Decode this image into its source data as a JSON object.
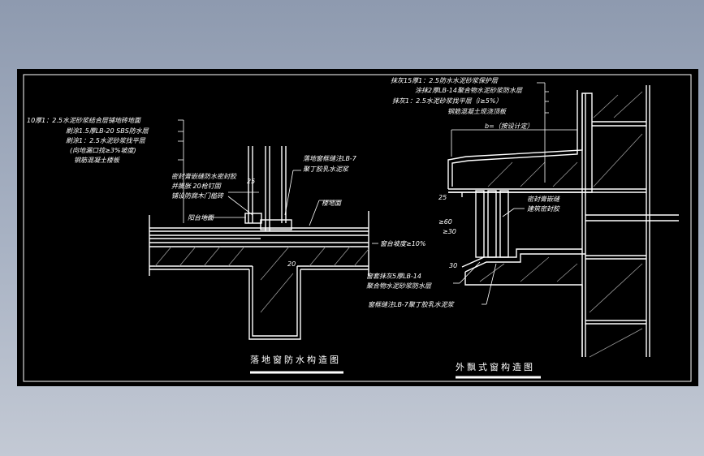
{
  "colors": {
    "background": "#8e9aaf",
    "sheet": "#000000",
    "line": "#ffffff",
    "hatch": "#9a9a9a"
  },
  "left_detail": {
    "title": "落地窗防水构造图",
    "notes": [
      "10厚1：2.5水泥砂浆结合层铺地砖地面",
      "刷涂1.5厚LB-20 SBS防水层",
      "刷涂1：2.5水泥砂浆找平层",
      "(向地漏口找≥3%坡度)",
      "钢筋混凝土楼板"
    ],
    "labels": {
      "sill_fill": "落地窗框缝注LB-7",
      "sill_fill_2": "聚丁胶乳水泥浆",
      "sealant": "密封膏嵌缝防水密封胶",
      "screw": "并膨胀 20枪钉固",
      "wood": "铺设防腐木门槛砖",
      "balcony": "阳台地面",
      "floor": "楼地面",
      "slope": "窗台坡度≥10%",
      "dim_25": "25",
      "dim_20": "20"
    }
  },
  "right_detail": {
    "title": "外飘式窗构造图",
    "notes": [
      "抹灰15厚1：2.5防水水泥砂浆保护层",
      "涂抹2厚LB-14聚合物水泥砂浆防水层",
      "抹灰1：2.5水泥砂浆找平层（i≥5%）",
      "钢筋混凝土现浇顶板"
    ],
    "labels": {
      "b_note": "b=（按设计定）",
      "sealant": "密封膏嵌缝",
      "sealant_2": "建筑密封胶",
      "bottom_1": "窗套抹灰5厚LB-14",
      "bottom_2": "聚合物水泥砂浆防水层",
      "bottom_3": "窗框缝注LB-7聚丁胶乳水泥浆",
      "dim_25": "25",
      "dim_60": "≥60",
      "dim_30": "≥30",
      "dim_30b": "30"
    }
  }
}
